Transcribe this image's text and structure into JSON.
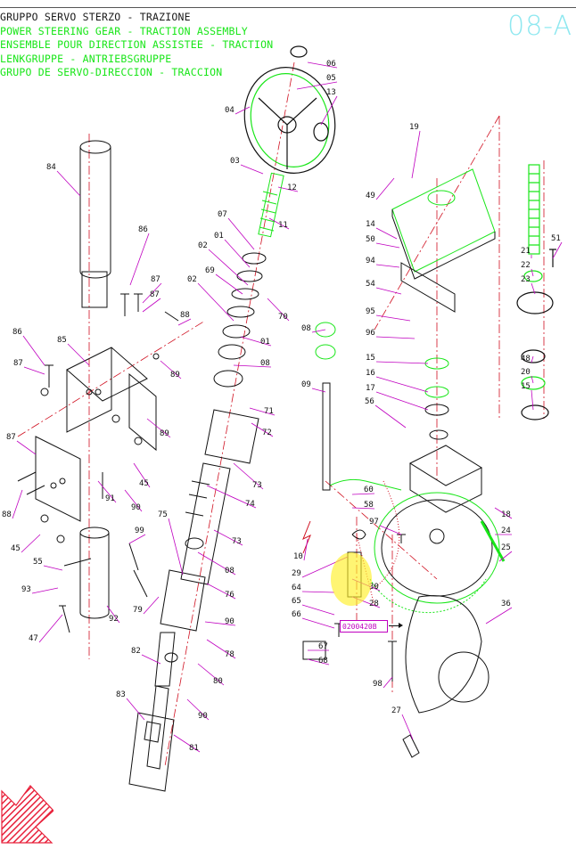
{
  "header": {
    "title_it": "GRUPPO SERVO STERZO - TRAZIONE",
    "title_en": "POWER STEERING GEAR - TRACTION ASSEMBLY",
    "title_fr": "ENSEMBLE POUR DIRECTION ASSISTEE - TRACTION",
    "title_de": "LENKGRUPPE - ANTRIEBSGRUPPE",
    "title_es": "GRUPO DE SERVO-DIRECCION - TRACCION",
    "plate_number": "08-A"
  },
  "part_code_box": {
    "text": "0200420B"
  },
  "back_arrow": {
    "icon": "back-arrow-icon",
    "color": "#e8203a"
  },
  "colors": {
    "line": "#111111",
    "accent_green": "#19e619",
    "label_magenta": "#c000c0",
    "centerline_red": "#d01020",
    "highlight": "#fff028"
  },
  "callouts": [
    "06",
    "05",
    "13",
    "04",
    "03",
    "12",
    "11",
    "07",
    "01",
    "02",
    "69",
    "70",
    "02",
    "01",
    "08",
    "71",
    "72",
    "73",
    "74",
    "73",
    "08",
    "76",
    "90",
    "78",
    "80",
    "90",
    "81",
    "82",
    "83",
    "75",
    "99",
    "79",
    "84",
    "86",
    "87",
    "88",
    "87",
    "86",
    "85",
    "87",
    "89",
    "89",
    "87",
    "88",
    "45",
    "91",
    "90",
    "45",
    "55",
    "93",
    "92",
    "47",
    "19",
    "49",
    "14",
    "50",
    "94",
    "54",
    "95",
    "96",
    "21",
    "51",
    "22",
    "23",
    "48",
    "20",
    "15",
    "08",
    "09",
    "15",
    "16",
    "17",
    "56",
    "60",
    "58",
    "97",
    "18",
    "24",
    "25",
    "10",
    "29",
    "30",
    "28",
    "64",
    "65",
    "66",
    "67",
    "68",
    "36",
    "98",
    "27"
  ]
}
